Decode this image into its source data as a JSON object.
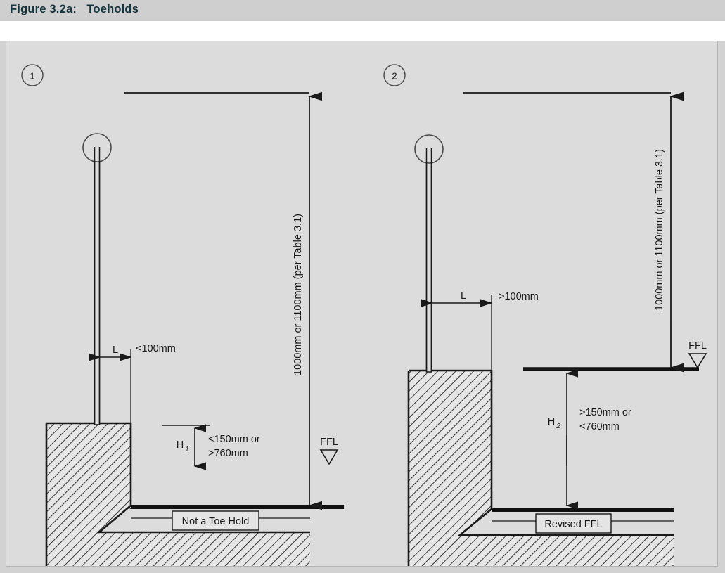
{
  "figure": {
    "title": "Figure 3.2a:   Toeholds",
    "title_color": "#14343f",
    "background_color": "#d2d2d2",
    "panel_background": "#dcdcdc",
    "panel_border_color": "#b4b4b4",
    "line_color": "#1a1a1a"
  },
  "diagrams": [
    {
      "marker": "1",
      "verdict_label": "Not a Toe Hold",
      "height_dimension": "1000mm or 1100mm (per Table 3.1)",
      "horizontal_symbol": "L",
      "horizontal_value": "<100mm",
      "vertical_symbol": "H",
      "vertical_subscript": "1",
      "vertical_value_line1": "<150mm or",
      "vertical_value_line2": ">760mm",
      "floor_marker": "FFL"
    },
    {
      "marker": "2",
      "verdict_label": "Revised FFL",
      "height_dimension": "1000mm or 1100mm (per Table 3.1)",
      "horizontal_symbol": "L",
      "horizontal_value": ">100mm",
      "vertical_symbol": "H",
      "vertical_subscript": "2",
      "vertical_value_line1": ">150mm or",
      "vertical_value_line2": "<760mm",
      "floor_marker": "FFL"
    }
  ],
  "icons": {
    "ffl_triangle": "down-triangle-icon",
    "handrail_section": "circle-icon",
    "dimension_arrow": "arrow-icon"
  }
}
